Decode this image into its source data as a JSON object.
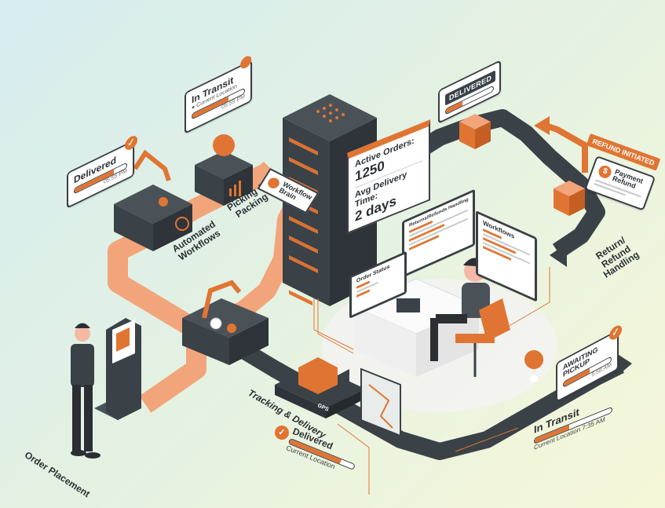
{
  "diagram": {
    "theme": {
      "accent": "#e07533",
      "accent_light": "#f2a57a",
      "dark": "#3a4147",
      "bg_top_left": "#d6ecf0",
      "bg_bottom_right": "#f6f7d8"
    },
    "stages": {
      "order_placement": "Order Placement",
      "automated_workflows": "Automated Workflows",
      "picking_packing": "Picking & Packing",
      "workflow_brain": "Workflow Brain",
      "tracking_delivery": "Tracking & Delivery",
      "return_refund": "Return/ Refund Handling"
    },
    "cards": {
      "delivered_left": {
        "title": "Delivered",
        "time": "05:55 PM",
        "progress": 75,
        "icon": "check-icon"
      },
      "in_transit_top": {
        "title": "In Transit",
        "subtitle": "Current Location",
        "time": "05:59 PM",
        "progress": 70,
        "icon": "map-pin-icon"
      },
      "delivered_top_right": {
        "tag": "DELIVERED",
        "progress": 35
      },
      "refund": {
        "tag": "REFUND INITIATED",
        "title": "Payment Refund",
        "icon": "dollar-icon"
      },
      "awaiting_pickup": {
        "title": "AWAITING PICKUP",
        "time": "5:58 AM",
        "progress": 55,
        "icon": "check-icon"
      },
      "in_transit_bottom": {
        "title": "In Transit",
        "subtitle": "Current Location",
        "time": "7:35 AM",
        "progress": 45
      },
      "delivered_bottom": {
        "title": "Delivered",
        "subtitle": "Current Location",
        "progress": 80,
        "icon": "check-icon"
      }
    },
    "metrics": {
      "active_orders_label": "Active Orders:",
      "active_orders_value": "1250",
      "avg_delivery_label": "Avg Delivery Time:",
      "avg_delivery_value": "2 days"
    },
    "screens": {
      "returns": "Returns/Refunds Handling",
      "workflows": "Workflows",
      "order_status": "Order Status"
    },
    "truck": {
      "gps_label": "GPS"
    }
  }
}
